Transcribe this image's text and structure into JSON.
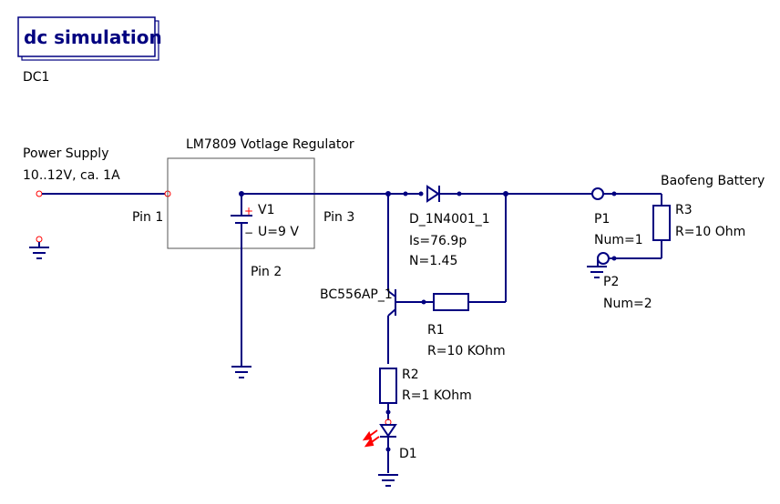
{
  "colors": {
    "wire": "#000080",
    "text": "#000000",
    "port": "#ff0000",
    "led_arrows": "#ff0000",
    "box": "#555555"
  },
  "simulation": {
    "title": "dc simulation",
    "name": "DC1"
  },
  "power_supply": {
    "label": "Power Supply",
    "spec": "10..12V, ca. 1A"
  },
  "regulator": {
    "label": "LM7809 Votlage Regulator",
    "pin1": "Pin 1",
    "pin2": "Pin 2",
    "pin3": "Pin 3"
  },
  "v1": {
    "name": "V1",
    "value": "U=9 V",
    "plus": "+",
    "minus": "−"
  },
  "d1n4001": {
    "name": "D_1N4001_1",
    "is": "Is=76.9p",
    "n": "N=1.45"
  },
  "transistor": {
    "name": "BC556AP_1"
  },
  "r1": {
    "name": "R1",
    "value": "R=10 KOhm"
  },
  "r2": {
    "name": "R2",
    "value": "R=1 KOhm"
  },
  "d1": {
    "name": "D1"
  },
  "p1": {
    "name": "P1",
    "num": "Num=1"
  },
  "p2": {
    "name": "P2",
    "num": "Num=2"
  },
  "r3": {
    "name": "R3",
    "value": "R=10 Ohm"
  },
  "battery": {
    "label": "Baofeng Battery"
  }
}
